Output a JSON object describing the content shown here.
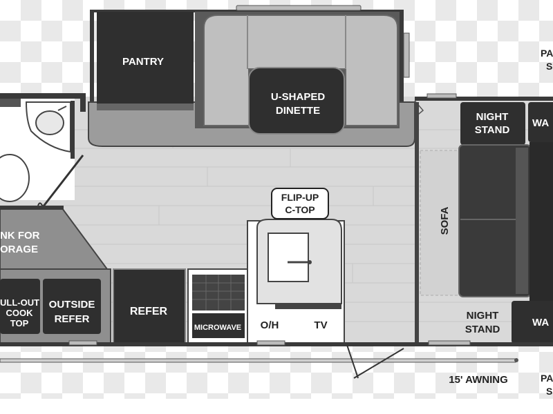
{
  "labels": {
    "pantry": "PANTRY",
    "dinette_l1": "U-SHAPED",
    "dinette_l2": "DINETTE",
    "night_stand_top_l1": "NIGHT",
    "night_stand_top_l2": "STAND",
    "wardrobe_top": "WA",
    "pass_top_l1": "PA",
    "pass_top_l2": "S",
    "sofa": "SOFA",
    "flipup_l1": "FLIP-UP",
    "flipup_l2": "C-TOP",
    "storage_l1": "NK FOR",
    "storage_l2": "ORAGE",
    "pullout_l1": "ULL-OUT",
    "pullout_l2": "COOK",
    "pullout_l3": "TOP",
    "outside_refer_l1": "OUTSIDE",
    "outside_refer_l2": "REFER",
    "refer": "REFER",
    "microwave": "MICROWAVE",
    "oh": "O/H",
    "tv": "TV",
    "night_stand_bottom_l1": "NIGHT",
    "night_stand_bottom_l2": "STAND",
    "wardrobe_bottom": "WA",
    "awning": "15' AWNING",
    "pass_bottom_l1": "PA",
    "pass_bottom_l2": "S"
  },
  "colors": {
    "dark_cabinet": "#333333",
    "floor": "#dcdcdc",
    "counter": "#9a9a9a",
    "wall": "#3a3a3a"
  }
}
